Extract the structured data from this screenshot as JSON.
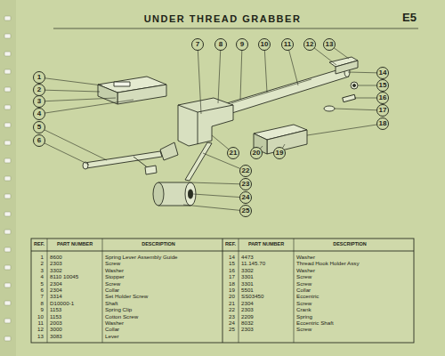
{
  "diagram": {
    "title": "UNDER THREAD GRABBER",
    "nodes": [
      {
        "text": [
          "1"
        ]
      },
      {
        "text": [
          "2"
        ]
      },
      {
        "text": [
          "3"
        ]
      },
      {
        "text": [
          "4"
        ]
      },
      {
        "text": [
          "5"
        ]
      },
      {
        "text": [
          "6"
        ]
      },
      {
        "text": [
          "7"
        ]
      },
      {
        "text": [
          "8"
        ]
      },
      {
        "text": [
          "9"
        ]
      },
      {
        "text": [
          "10"
        ]
      },
      {
        "text": [
          "11"
        ]
      },
      {
        "text": [
          "12"
        ]
      },
      {
        "text": [
          "13"
        ]
      },
      {
        "text": [
          "14"
        ]
      },
      {
        "text": [
          "15"
        ]
      },
      {
        "text": [
          "16"
        ]
      },
      {
        "text": [
          "17"
        ]
      },
      {
        "text": [
          "18"
        ]
      },
      {
        "text": [
          "19"
        ]
      },
      {
        "text": [
          "20"
        ]
      },
      {
        "text": [
          "21"
        ]
      },
      {
        "text": [
          "22"
        ]
      },
      {
        "text": [
          "23"
        ]
      },
      {
        "text": [
          "24"
        ]
      },
      {
        "text": [
          "25"
        ]
      }
    ],
    "edges": [],
    "labels": [
      "E5",
      "REF.",
      "PART NUMBER",
      "DESCRIPTION",
      "1",
      "8600",
      "Spring Lever Assembly Guide",
      "2",
      "2303",
      "Screw",
      "3",
      "3302",
      "Washer",
      "4",
      "8110 10045",
      "Stopper",
      "5",
      "2304",
      "Screw",
      "6",
      "2304",
      "Collar",
      "7",
      "3314",
      "Set Holder Screw",
      "8",
      "D10000-1",
      "Shaft",
      "9",
      "1153",
      "Spring Clip",
      "10",
      "1153",
      "Cotton Screw",
      "11",
      "2003",
      "Washer",
      "12",
      "3000",
      "Collar",
      "13",
      "3083",
      "Lever",
      "REF.",
      "PART NUMBER",
      "DESCRIPTION",
      "14",
      "4473",
      "Washer",
      "15",
      "11.145.70",
      "Thread Hook Holder Assy",
      "16",
      "3302",
      "Washer",
      "17",
      "3301",
      "Screw",
      "18",
      "3301",
      "Screw",
      "19",
      "5501",
      "Collar",
      "20",
      "SS03450",
      "Eccentric",
      "21",
      "2304",
      "Screw",
      "22",
      "2303",
      "Crank",
      "23",
      "2209",
      "Spring",
      "24",
      "8032",
      "Eccentric Shaft",
      "25",
      "2303",
      "Screw"
    ]
  }
}
